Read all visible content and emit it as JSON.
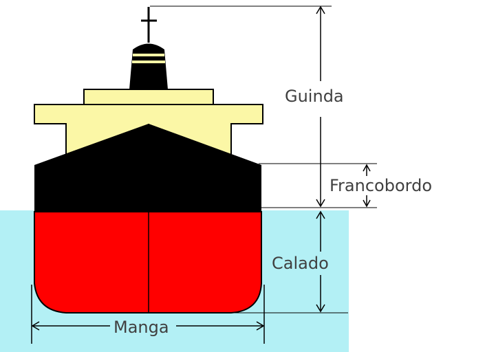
{
  "diagram": {
    "labels": {
      "guinda": "Guinda",
      "francobordo": "Francobordo",
      "calado": "Calado",
      "manga": "Manga"
    },
    "colors": {
      "water": "#b3f0f5",
      "hull_below_water": "#ff0000",
      "hull_above_water": "#000000",
      "superstructure": "#fbf7a6",
      "outline": "#000000",
      "label_text": "#404040",
      "funnel_bands": "#fbf7a6"
    },
    "icons": {
      "mast": "cross-mast-icon"
    }
  }
}
